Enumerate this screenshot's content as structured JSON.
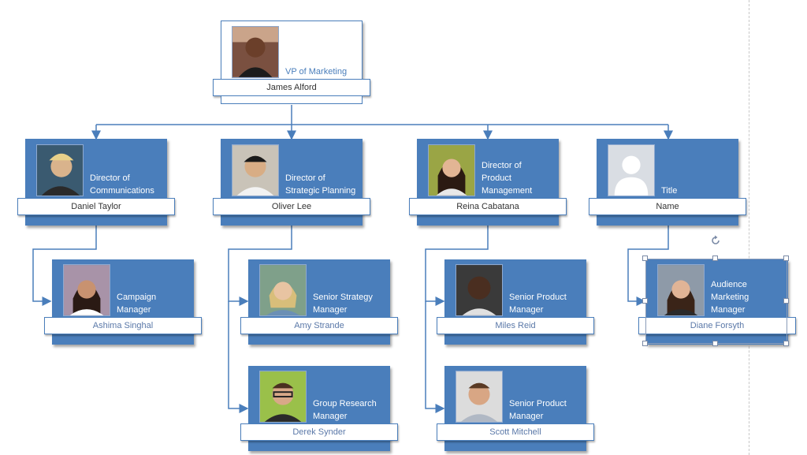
{
  "colors": {
    "card": "#4a7ebb",
    "connector": "#4a7ebb",
    "namebar_border": "#4a7ebb"
  },
  "top": {
    "title": "VP of Marketing",
    "name": "James Alford"
  },
  "directors": [
    {
      "title": "Director of\nCommunications",
      "name": "Daniel Taylor"
    },
    {
      "title": "Director of\nStrategic Planning",
      "name": "Oliver Lee"
    },
    {
      "title": "Director of\nProduct\nManagement",
      "name": "Reina Cabatana"
    },
    {
      "title": "Title",
      "name": "Name"
    }
  ],
  "reports": [
    {
      "title": "Campaign\nManager",
      "name": "Ashima Singhal"
    },
    {
      "title": "Senior Strategy\nManager",
      "name": "Amy Strande"
    },
    {
      "title": "Group Research\nManager",
      "name": "Derek Synder"
    },
    {
      "title": "Senior Product\nManager",
      "name": "Miles Reid"
    },
    {
      "title": "Senior Product\nManager",
      "name": "Scott Mitchell"
    },
    {
      "title": "Audience\nMarketing\nManager",
      "name": "Diane Forsyth"
    }
  ]
}
